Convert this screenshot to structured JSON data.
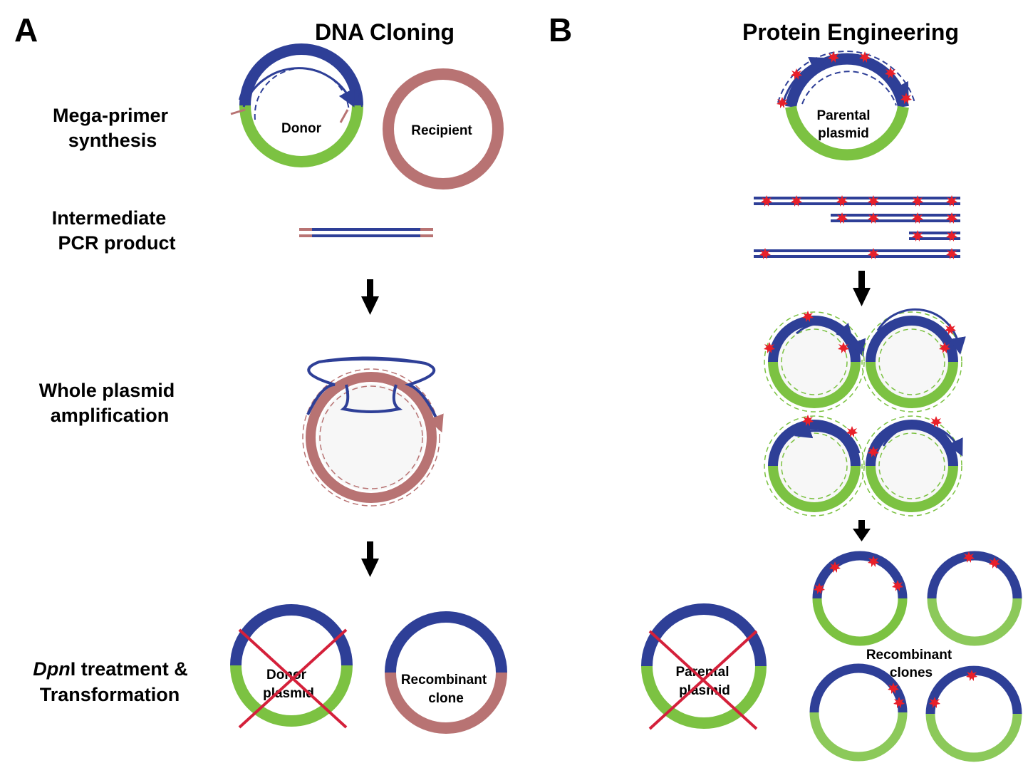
{
  "panel_a": {
    "letter": "A",
    "title": "DNA Cloning",
    "steps": {
      "mega_primer_1": "Mega-primer",
      "mega_primer_2": "synthesis",
      "intermediate_1": "Intermediate",
      "intermediate_2": "PCR product",
      "whole_plasmid_1": "Whole plasmid",
      "whole_plasmid_2": "amplification",
      "dpni_italic": "Dpn",
      "dpni_rest": "I treatment &",
      "transformation": "Transformation"
    },
    "labels": {
      "donor": "Donor",
      "recipient": "Recipient",
      "donor_plasmid_1": "Donor",
      "donor_plasmid_2": "plasmid",
      "recombinant_1": "Recombinant",
      "recombinant_2": "clone"
    }
  },
  "panel_b": {
    "letter": "B",
    "title": "Protein Engineering",
    "labels": {
      "parental_1": "Parental",
      "parental_2": "plasmid",
      "parental_x_1": "Parental",
      "parental_x_2": "plasmid",
      "recombinant_clones_1": "Recombinant",
      "recombinant_clones_2": "clones"
    }
  },
  "colors": {
    "insert_blue": "#2e3f97",
    "backbone_green": "#7cc242",
    "recipient_rose": "#b87373",
    "mutation_red": "#e8202a",
    "cross_red": "#d4203a"
  }
}
